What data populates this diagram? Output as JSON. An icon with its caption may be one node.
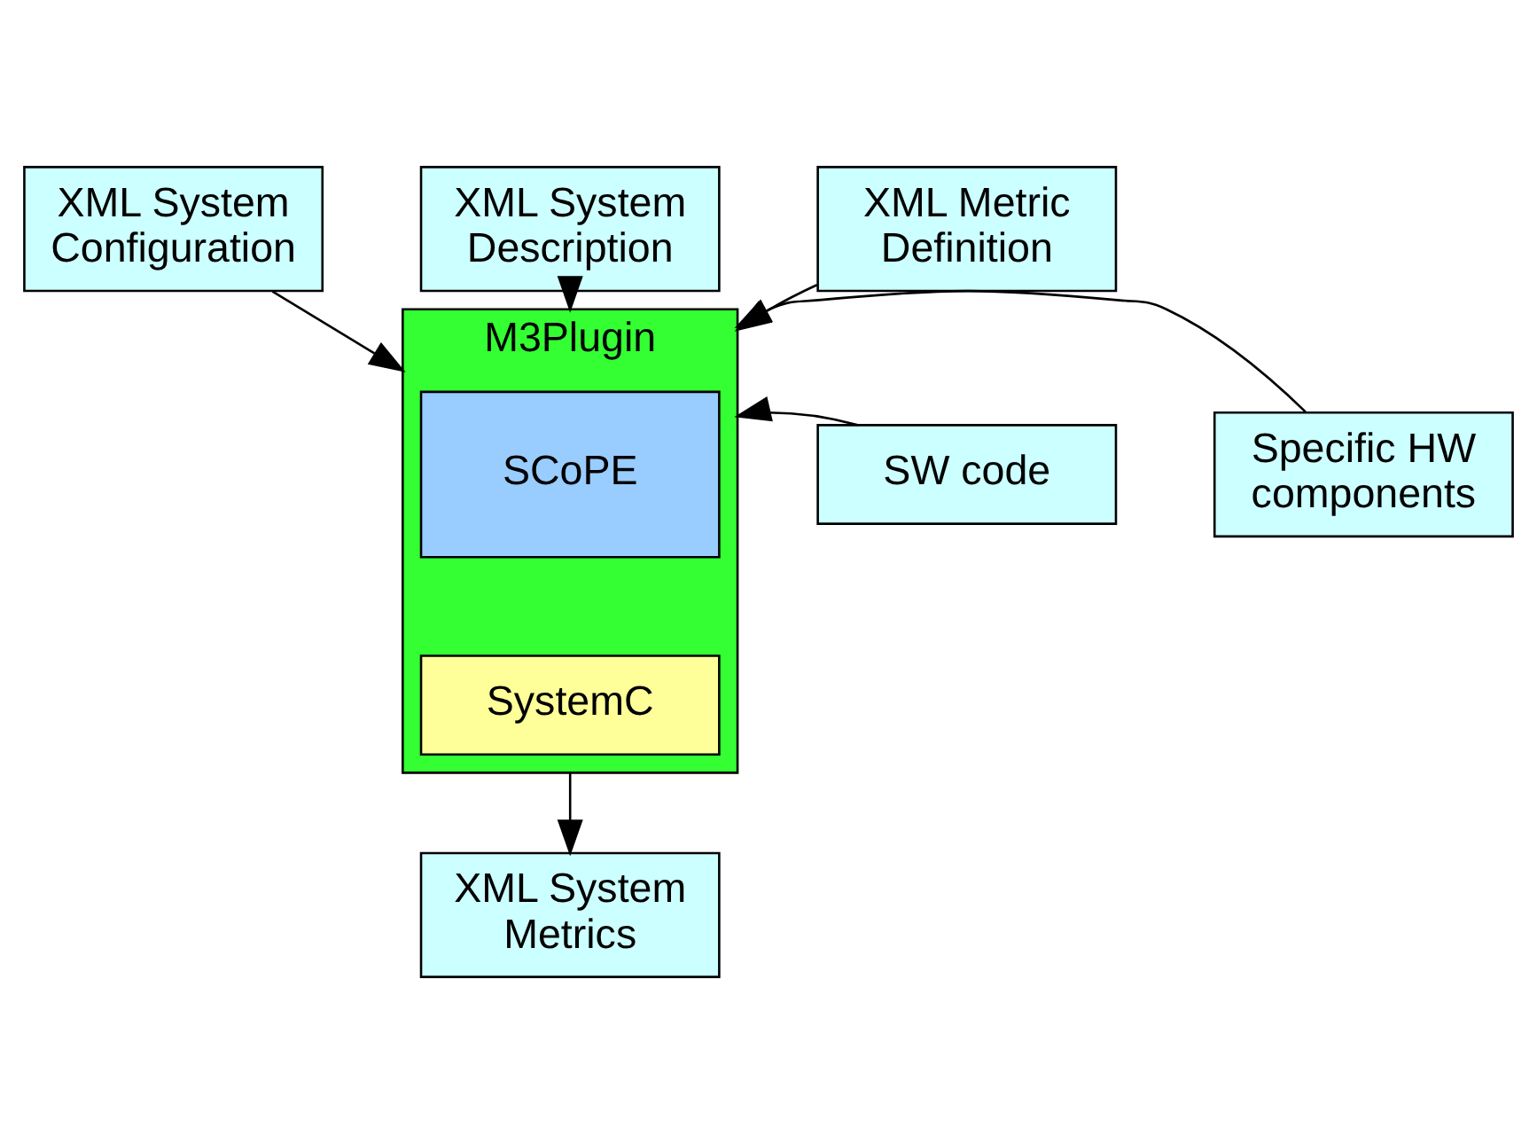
{
  "diagram": {
    "nodes": [
      {
        "text": [
          "XML System Configuration"
        ]
      },
      {
        "text": [
          "XML System Description"
        ]
      },
      {
        "text": [
          "XML Metric Definition"
        ]
      },
      {
        "text": [
          "M3Plugin"
        ]
      },
      {
        "text": [
          "SCoPE"
        ],
        "in": 3
      },
      {
        "text": [
          "SystemC"
        ],
        "in": 3
      },
      {
        "text": [
          "SW code"
        ]
      },
      {
        "text": [
          "Specific HW components"
        ]
      },
      {
        "text": [
          "XML System Metrics"
        ]
      }
    ],
    "edges": [
      {
        "from": 0,
        "to": 3,
        "arrow": "to"
      },
      {
        "from": 1,
        "to": 3,
        "arrow": "to"
      },
      {
        "from": 2,
        "to": 3,
        "arrow": "to"
      },
      {
        "from": 6,
        "to": 3,
        "arrow": "to"
      },
      {
        "from": 7,
        "to": 3,
        "arrow": "to"
      },
      {
        "from": 3,
        "to": 8,
        "arrow": "to"
      }
    ]
  }
}
